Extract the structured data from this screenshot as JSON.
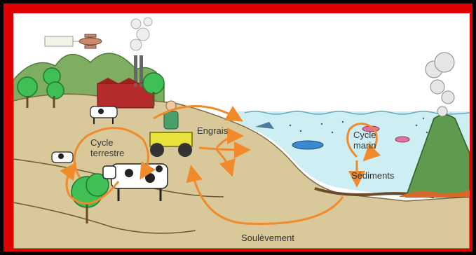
{
  "labels": {
    "cycle_terrestre_line1": "Cycle",
    "cycle_terrestre_line2": "terrestre",
    "engrais": "Engrais",
    "cycle_marin_line1": "Cycle",
    "cycle_marin_line2": "marin",
    "sediments": "Sédiments",
    "soulevement": "Soulèvement"
  },
  "colors": {
    "frame": "#000000",
    "border": "#e00000",
    "land": "#d9c99a",
    "hills": "#7fae63",
    "sea": "#cdeef2",
    "arrow": "#f08a2a",
    "volcano": "#5f9b4e",
    "factory": "#b52a2a"
  }
}
